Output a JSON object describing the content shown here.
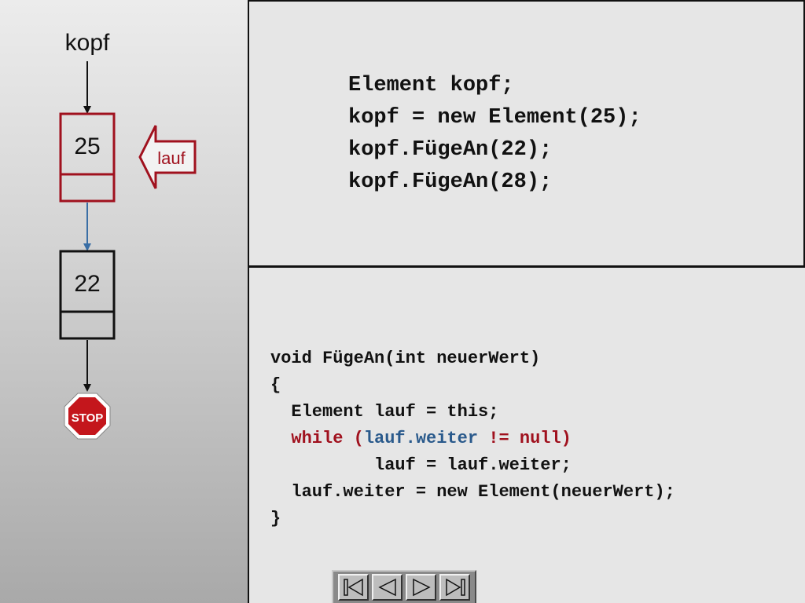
{
  "diagram": {
    "head_label": "kopf",
    "nodes": [
      {
        "value": "25",
        "highlighted": true
      },
      {
        "value": "22",
        "highlighted": false
      }
    ],
    "pointer_label": "lauf",
    "stop_sign_text": "STOP"
  },
  "colors": {
    "highlight": "#a0111e",
    "link": "#3a6ea5",
    "code_keyword": "#a0111e",
    "code_highlight": "#2a5a8c"
  },
  "main_code": [
    "Element kopf;",
    "kopf = new Element(25);",
    "kopf.FügeAn(22);",
    "kopf.FügeAn(28);"
  ],
  "method_code": {
    "signature": "void FügeAn(int neuerWert)",
    "open_brace": "{",
    "line1": "  Element lauf = this;",
    "while_indent": "  ",
    "while_keyword": "while (",
    "while_condition": "lauf.weiter",
    "while_operator": " != null)",
    "loop_body": "          lauf = lauf.weiter;",
    "append_line": "  lauf.weiter = new Element(neuerWert);",
    "close_brace": "}"
  },
  "navigation": {
    "buttons": [
      "first-slide-icon",
      "previous-slide-icon",
      "next-slide-icon",
      "last-slide-icon"
    ]
  }
}
